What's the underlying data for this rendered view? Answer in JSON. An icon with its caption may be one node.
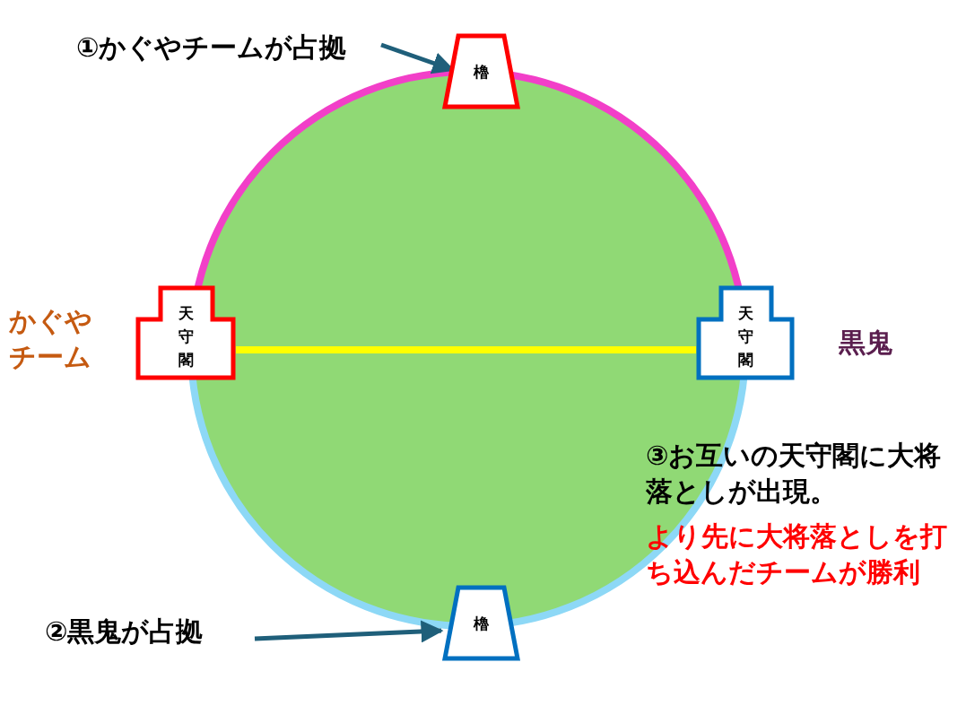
{
  "diagram": {
    "nodes": [
      {
        "text": [
          "①かぐやチームが占拠"
        ]
      },
      {
        "text": [
          "櫓"
        ]
      },
      {
        "text": [
          "天守閣"
        ],
        "beside": [
          "かぐやチーム"
        ]
      },
      {
        "text": [
          "天守閣"
        ],
        "beside": [
          "黒鬼"
        ]
      },
      {
        "text": [
          "②黒鬼が占拠"
        ]
      },
      {
        "text": [
          "櫓"
        ]
      }
    ],
    "edges": [
      {
        "from": 0,
        "to": 1,
        "arrow": "to"
      },
      {
        "from": 2,
        "to": 3,
        "arrow": "none",
        "color": "#ffff00"
      },
      {
        "from": 4,
        "to": 5,
        "arrow": "to"
      }
    ],
    "labels": [
      "③お互いの天守閣に大将落としが出現。",
      "より先に大将落としを打ち込んだチームが勝利"
    ]
  }
}
